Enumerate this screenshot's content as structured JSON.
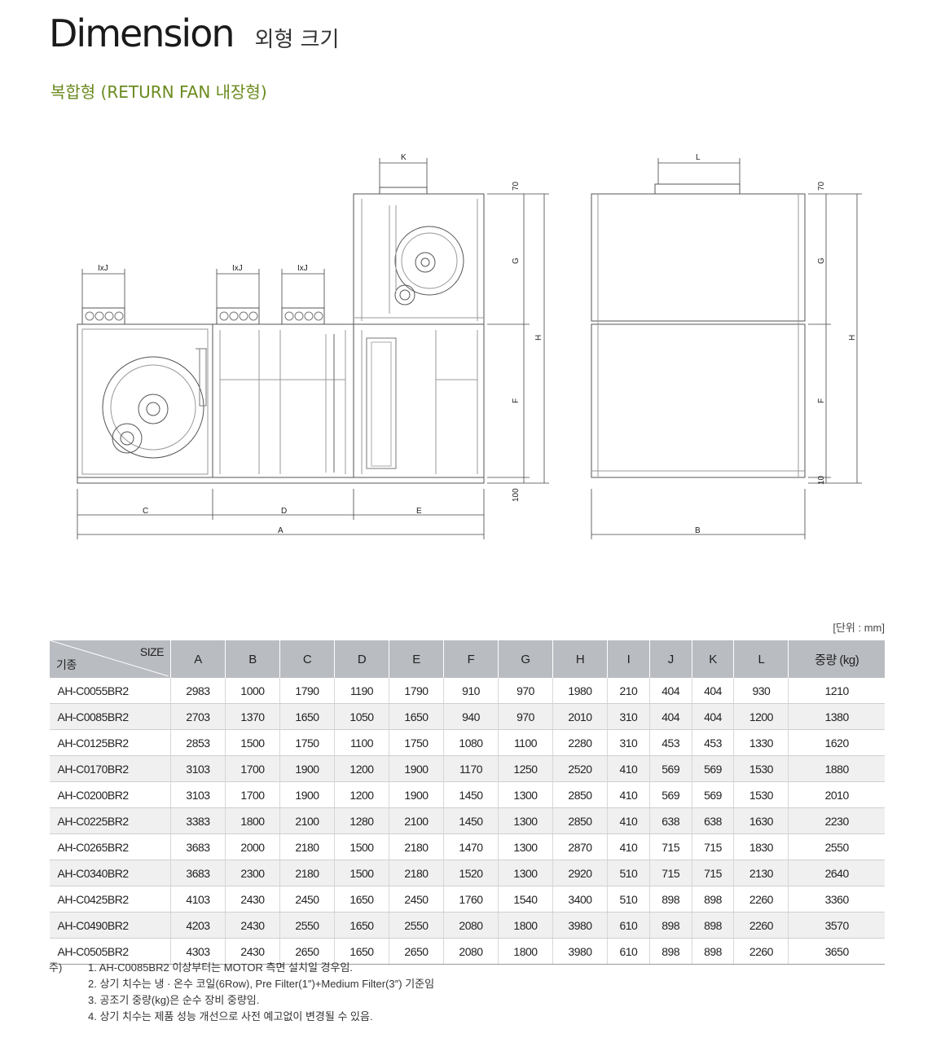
{
  "header": {
    "title": "Dimension",
    "title_korean": "외형 크기",
    "subtitle": "복합형 (RETURN FAN 내장형)"
  },
  "drawing_labels": {
    "ixj": "IxJ",
    "k": "K",
    "l": "L",
    "a": "A",
    "b": "B",
    "c": "C",
    "d": "D",
    "e": "E",
    "f": "F",
    "g": "G",
    "h": "H",
    "dim_70": "70",
    "dim_100": "100",
    "dim_10": "10"
  },
  "table": {
    "unit": "[단위 : mm]",
    "corner_size": "SIZE",
    "corner_standard": "기종",
    "headers": [
      "A",
      "B",
      "C",
      "D",
      "E",
      "F",
      "G",
      "H",
      "I",
      "J",
      "K",
      "L",
      "중량 (kg)"
    ],
    "rows": [
      [
        "AH-C0055BR2",
        "2983",
        "1000",
        "1790",
        "1190",
        "1790",
        "910",
        "970",
        "1980",
        "210",
        "404",
        "404",
        "930",
        "1210"
      ],
      [
        "AH-C0085BR2",
        "2703",
        "1370",
        "1650",
        "1050",
        "1650",
        "940",
        "970",
        "2010",
        "310",
        "404",
        "404",
        "1200",
        "1380"
      ],
      [
        "AH-C0125BR2",
        "2853",
        "1500",
        "1750",
        "1100",
        "1750",
        "1080",
        "1100",
        "2280",
        "310",
        "453",
        "453",
        "1330",
        "1620"
      ],
      [
        "AH-C0170BR2",
        "3103",
        "1700",
        "1900",
        "1200",
        "1900",
        "1170",
        "1250",
        "2520",
        "410",
        "569",
        "569",
        "1530",
        "1880"
      ],
      [
        "AH-C0200BR2",
        "3103",
        "1700",
        "1900",
        "1200",
        "1900",
        "1450",
        "1300",
        "2850",
        "410",
        "569",
        "569",
        "1530",
        "2010"
      ],
      [
        "AH-C0225BR2",
        "3383",
        "1800",
        "2100",
        "1280",
        "2100",
        "1450",
        "1300",
        "2850",
        "410",
        "638",
        "638",
        "1630",
        "2230"
      ],
      [
        "AH-C0265BR2",
        "3683",
        "2000",
        "2180",
        "1500",
        "2180",
        "1470",
        "1300",
        "2870",
        "410",
        "715",
        "715",
        "1830",
        "2550"
      ],
      [
        "AH-C0340BR2",
        "3683",
        "2300",
        "2180",
        "1500",
        "2180",
        "1520",
        "1300",
        "2920",
        "510",
        "715",
        "715",
        "2130",
        "2640"
      ],
      [
        "AH-C0425BR2",
        "4103",
        "2430",
        "2450",
        "1650",
        "2450",
        "1760",
        "1540",
        "3400",
        "510",
        "898",
        "898",
        "2260",
        "3360"
      ],
      [
        "AH-C0490BR2",
        "4203",
        "2430",
        "2550",
        "1650",
        "2550",
        "2080",
        "1800",
        "3980",
        "610",
        "898",
        "898",
        "2260",
        "3570"
      ],
      [
        "AH-C0505BR2",
        "4303",
        "2430",
        "2650",
        "1650",
        "2650",
        "2080",
        "1800",
        "3980",
        "610",
        "898",
        "898",
        "2260",
        "3650"
      ]
    ]
  },
  "notes": {
    "prefix": "주)",
    "items": [
      "1. AH-C0085BR2 이상부터는 MOTOR 측면 설치일 경우임.",
      "2. 상기 치수는 냉 · 온수 코일(6Row), Pre Filter(1″)+Medium Filter(3″) 기준임",
      "3. 공조기 중량(kg)은 순수 장비 중량임.",
      "4. 상기 치수는 제품 성능 개선으로 사전 예고없이 변경될 수 있음."
    ]
  }
}
